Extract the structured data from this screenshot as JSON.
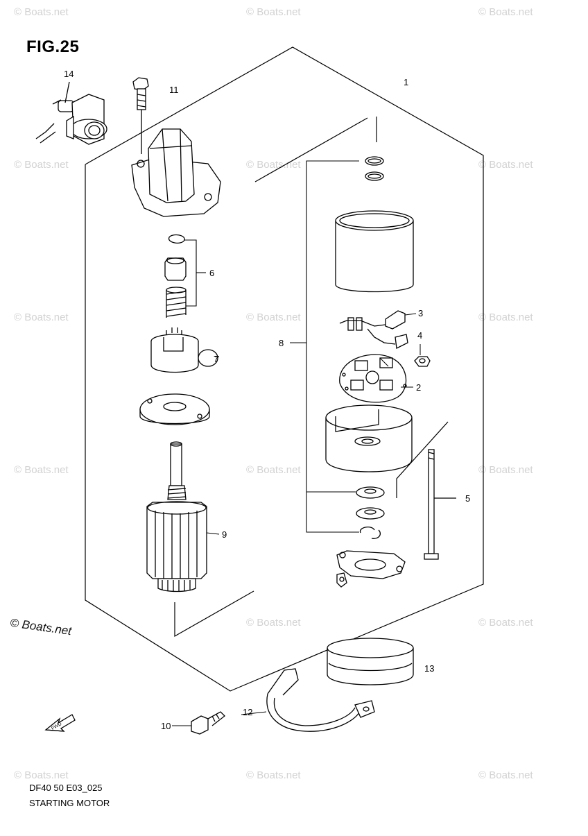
{
  "figure": {
    "title": "FIG.25",
    "model_code": "DF40 50 E03_025",
    "caption": "STARTING MOTOR"
  },
  "copyright": "© Boats.net",
  "watermark_text": "© Boats.net",
  "callouts": {
    "c1": "1",
    "c2": "2",
    "c3": "3",
    "c4": "4",
    "c5": "5",
    "c6": "6",
    "c7": "7",
    "c8": "8",
    "c9": "9",
    "c10": "10",
    "c11": "11",
    "c12": "12",
    "c13": "13",
    "c14": "14"
  },
  "fwd_label": "FWD",
  "colors": {
    "line": "#000000",
    "watermark": "#d2d2d2",
    "background": "#ffffff"
  }
}
